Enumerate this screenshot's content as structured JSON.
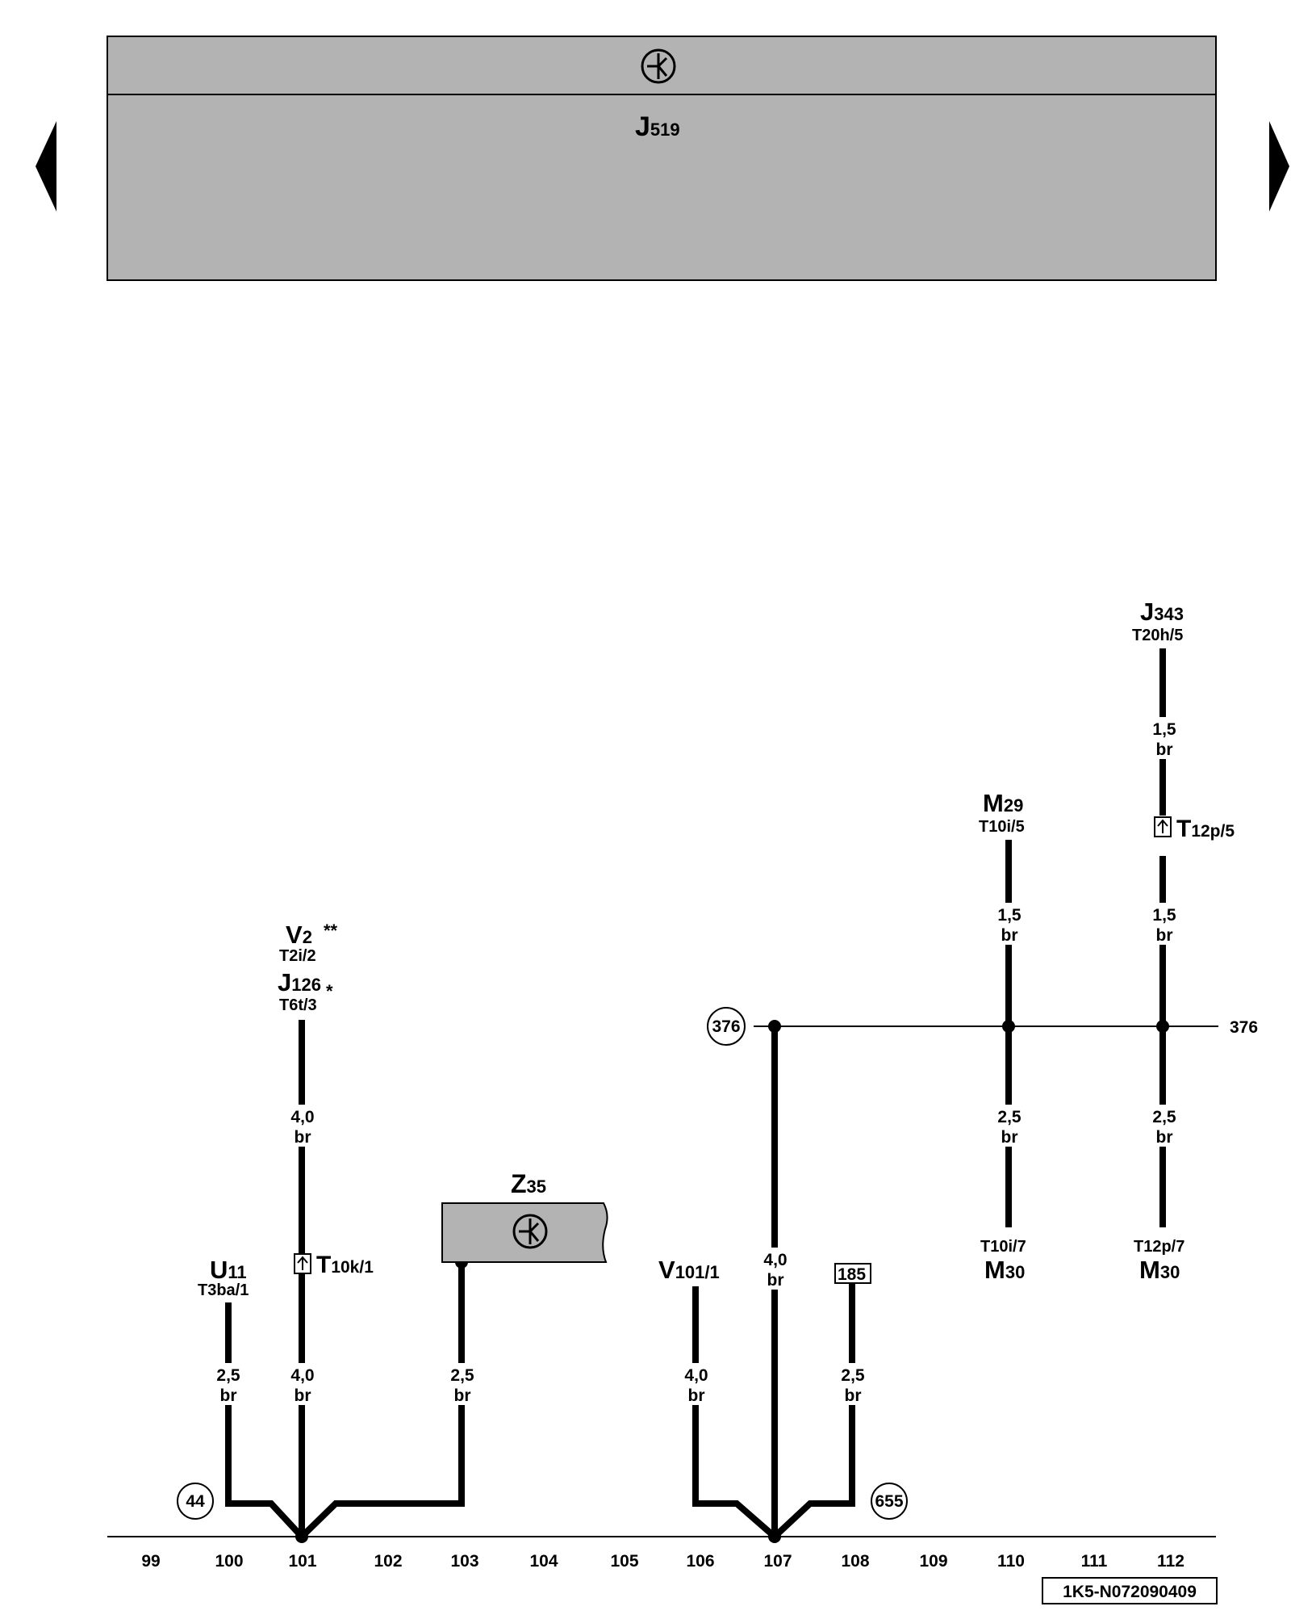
{
  "top_unit": {
    "name": "J",
    "index": "519"
  },
  "nav": {
    "prev": "previous-page",
    "next": "next-page"
  },
  "components": {
    "v2": {
      "name": "V",
      "index": "2",
      "mark": "**",
      "pin": "T2i/2"
    },
    "j126": {
      "name": "J",
      "index": "126",
      "mark": "*",
      "pin": "T6t/3"
    },
    "u11": {
      "name": "U",
      "index": "11",
      "pin": "T3ba/1"
    },
    "t10k": {
      "name": "T",
      "index": "10k/1"
    },
    "z35": {
      "name": "Z",
      "index": "35"
    },
    "v101": {
      "name": "V",
      "index": "101/1"
    },
    "m29": {
      "name": "M",
      "index": "29",
      "pin": "T10i/5"
    },
    "j343": {
      "name": "J",
      "index": "343",
      "pin": "T20h/5"
    },
    "t12p5": {
      "name": "T",
      "index": "12p/5"
    },
    "m30a": {
      "name": "M",
      "index": "30",
      "pin": "T10i/7"
    },
    "m30b": {
      "name": "M",
      "index": "30",
      "pin": "T12p/7"
    },
    "ref185": "185"
  },
  "wires": {
    "u11": {
      "size": "2,5",
      "color": "br"
    },
    "c101_upper": {
      "size": "4,0",
      "color": "br"
    },
    "c101_lower": {
      "size": "4,0",
      "color": "br"
    },
    "c103": {
      "size": "2,5",
      "color": "br"
    },
    "c106": {
      "size": "4,0",
      "color": "br"
    },
    "c107": {
      "size": "4,0",
      "color": "br"
    },
    "c108": {
      "size": "2,5",
      "color": "br"
    },
    "m29_upper": {
      "size": "1,5",
      "color": "br"
    },
    "m29_lower": {
      "size": "2,5",
      "color": "br"
    },
    "j343_top": {
      "size": "1,5",
      "color": "br"
    },
    "j343_mid": {
      "size": "1,5",
      "color": "br"
    },
    "j343_lower": {
      "size": "2,5",
      "color": "br"
    }
  },
  "ground_points": {
    "g44": "44",
    "g655": "655",
    "g376_left": "376",
    "g376_right": "376"
  },
  "columns": [
    "99",
    "100",
    "101",
    "102",
    "103",
    "104",
    "105",
    "106",
    "107",
    "108",
    "109",
    "110",
    "111",
    "112"
  ],
  "doc_id": "1K5-N072090409"
}
